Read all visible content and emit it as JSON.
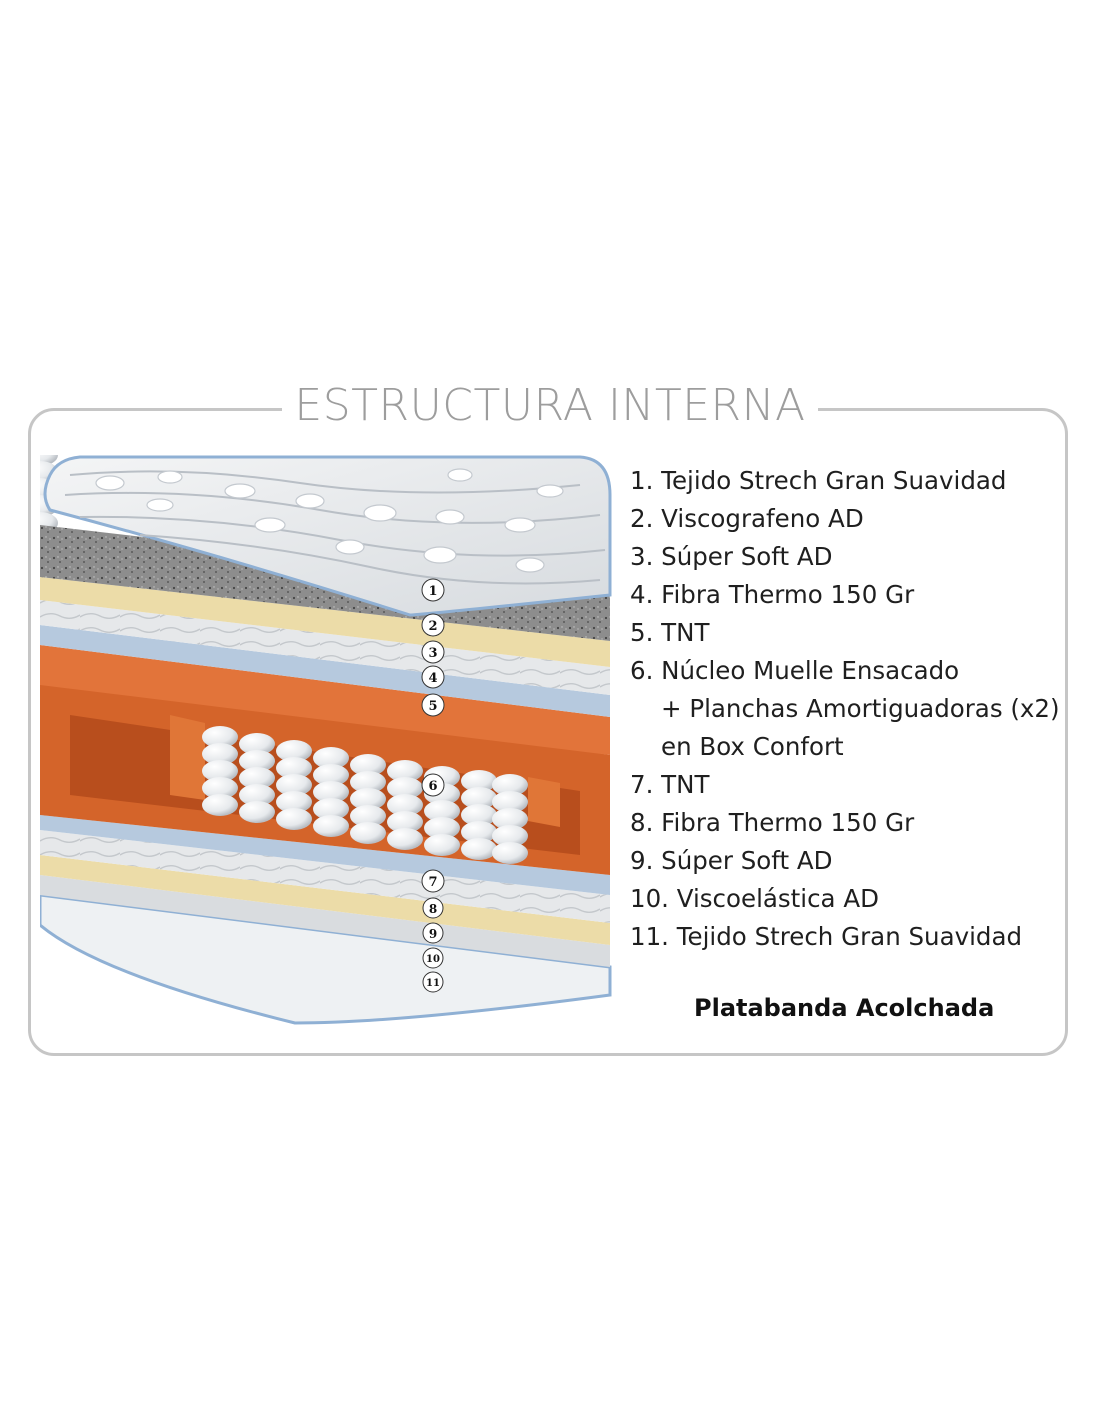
{
  "title": "ESTRUCTURA INTERNA",
  "layers": [
    {
      "text": "1. Tejido Strech Gran Suavidad"
    },
    {
      "text": "2. Viscografeno AD"
    },
    {
      "text": "3. Súper Soft AD"
    },
    {
      "text": "4. Fibra Thermo 150 Gr"
    },
    {
      "text": "5. TNT"
    },
    {
      "text": "6. Núcleo Muelle Ensacado",
      "continuation": [
        "+ Planchas Amortiguadoras (x2)",
        "en Box Confort"
      ]
    },
    {
      "text": "7. TNT"
    },
    {
      "text": "8. Fibra Thermo 150 Gr"
    },
    {
      "text": "9. Súper Soft AD"
    },
    {
      "text": "10. Viscoelástica AD"
    },
    {
      "text": "11. Tejido Strech Gran Suavidad"
    }
  ],
  "edge_note": "Platabanda Acolchada",
  "diagram_markers": [
    "1",
    "2",
    "3",
    "4",
    "5",
    "6",
    "7",
    "8",
    "9",
    "10",
    "11"
  ],
  "colors": {
    "frame": "#c6c6c6",
    "title": "#9d9d9d",
    "core_orange": "#d4642a",
    "comfort_cream": "#ecdca8",
    "fabric_grey": "#e8ecef",
    "tnt_blue": "#9db8d6",
    "foam_grey": "#8a8a8a"
  }
}
